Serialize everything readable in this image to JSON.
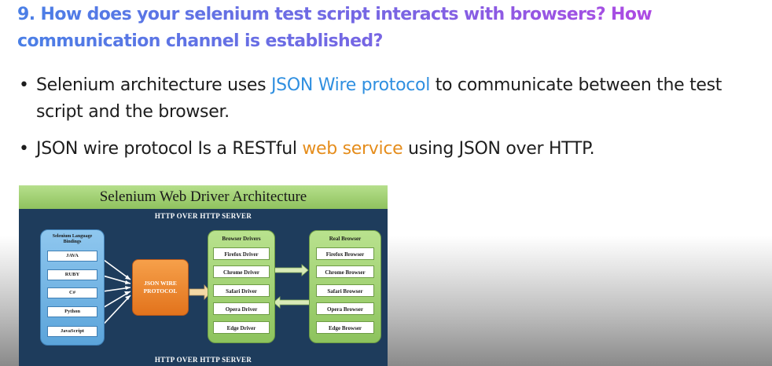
{
  "slide": {
    "title": "9. How does your selenium test script interacts with browsers? How communication channel is established?",
    "bullets": [
      {
        "dot": "•",
        "parts": [
          "Selenium architecture uses ",
          "JSON Wire protocol",
          " to communicate between the test script and the browser."
        ]
      },
      {
        "dot": "•",
        "parts": [
          "JSON wire protocol Is a RESTful ",
          "web service",
          " using JSON over HTTP."
        ]
      }
    ]
  },
  "diagram": {
    "title": "Selenium Web Driver Architecture",
    "band_top": "HTTP OVER HTTP SERVER",
    "band_bottom": "HTTP OVER HTTP SERVER",
    "bindings": {
      "title_line1": "Selenium Language",
      "title_line2": "Bindings",
      "items": [
        "JAVA",
        "RUBY",
        "C#",
        "Python",
        "JavaScript"
      ]
    },
    "protocol": {
      "line1": "JSON WIRE",
      "line2": "PROTOCOL"
    },
    "drivers": {
      "title": "Browser Drivers",
      "items": [
        "Firefox Driver",
        "Chrome Driver",
        "Safari Driver",
        "Opera Driver",
        "Edge Driver"
      ]
    },
    "browsers": {
      "title": "Real Browser",
      "items": [
        "Firefox Browser",
        "Chrome Browser",
        "Safari Browser",
        "Opera Browser",
        "Edge Browser"
      ]
    }
  },
  "colors": {
    "title_gradient": [
      "#4a7fe6",
      "#c43fe3"
    ],
    "highlight_blue": "#2f8fe0",
    "highlight_orange": "#e58d1c",
    "diagram_background": "#1e3c5c",
    "panel_green": "#a6d477",
    "panel_blue": "#79b7e5",
    "protocol_orange": "#ee8a34"
  }
}
